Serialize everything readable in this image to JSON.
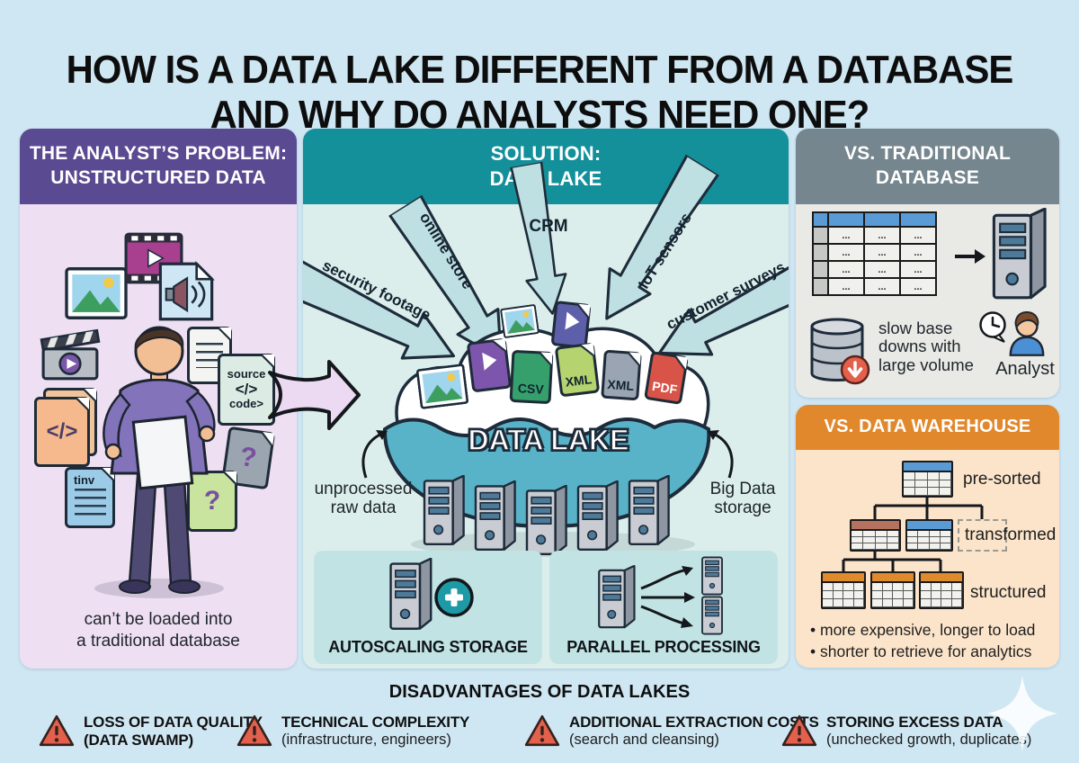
{
  "title": {
    "line1": "HOW IS A DATA LAKE DIFFERENT FROM A DATABASE",
    "line2": "AND WHY DO ANALYSTS NEED ONE?"
  },
  "problem_panel": {
    "header_line1": "THE ANALYST’S PROBLEM:",
    "header_line2": "UNSTRUCTURED DATA",
    "source_code_top": "source",
    "source_code_mid": "</>",
    "source_code_bottom": "code>",
    "code_file_label": "</>",
    "tinv_label": "tinv",
    "question_mark": "?",
    "caption_line1": "can’t be loaded into",
    "caption_line2": "a traditional database"
  },
  "solution_panel": {
    "header_line1": "SOLUTION:",
    "header_line2": "DATA LAKE",
    "sources": [
      "security footage",
      "online store",
      "CRM",
      "IoT sensors",
      "customer surveys"
    ],
    "lake_label": "DATA LAKE",
    "file_labels": [
      "CSV",
      "XML",
      "XML",
      "PDF"
    ],
    "left_note_line1": "unprocessed",
    "left_note_line2": "raw data",
    "right_note_line1": "Big Data",
    "right_note_line2": "storage",
    "box1_label": "AUTOSCALING STORAGE",
    "box2_label": "PARALLEL PROCESSING"
  },
  "vs_database": {
    "header_line1": "VS. TRADITIONAL",
    "header_line2": "DATABASE",
    "cell": "...",
    "note_line1": "slow base",
    "note_line2": "downs with",
    "note_line3": "large volume",
    "analyst_label": "Analyst"
  },
  "vs_warehouse": {
    "header": "VS. DATA WAREHOUSE",
    "level1_label": "pre-sorted",
    "level2_label": "transformed",
    "level3_label": "structured",
    "bullet1": "• more expensive, longer to load",
    "bullet2": "• shorter to retrieve for analytics"
  },
  "disadvantages": {
    "title": "DISADVANTAGES OF DATA LAKES",
    "items": [
      {
        "title": "LOSS OF DATA QUALITY",
        "subtitle": "(DATA SWAMP)"
      },
      {
        "title": "TECHNICAL COMPLEXITY",
        "subtitle": "(infrastructure, engineers)"
      },
      {
        "title": "ADDITIONAL EXTRACTION COSTS",
        "subtitle": "(search and cleansing)"
      },
      {
        "title": "STORING EXCESS DATA",
        "subtitle": "(unchecked growth, duplicates)"
      }
    ]
  },
  "colors": {
    "background": "#cfe7f3",
    "purple_header": "#5a4a91",
    "purple_body": "#eedff2",
    "teal_header": "#13909a",
    "teal_body": "#dbeeec",
    "teal_subbox": "#c2e3e4",
    "gray_header": "#75868e",
    "gray_body": "#e9e9e6",
    "orange_header": "#e1872c",
    "orange_body": "#fbe4ca",
    "lake_water": "#58b3c8",
    "funnel_arrow": "#bfe0e3",
    "warning_red": "#e2604c",
    "table_blue": "#5b9bd5",
    "table_brown": "#b5735f"
  }
}
